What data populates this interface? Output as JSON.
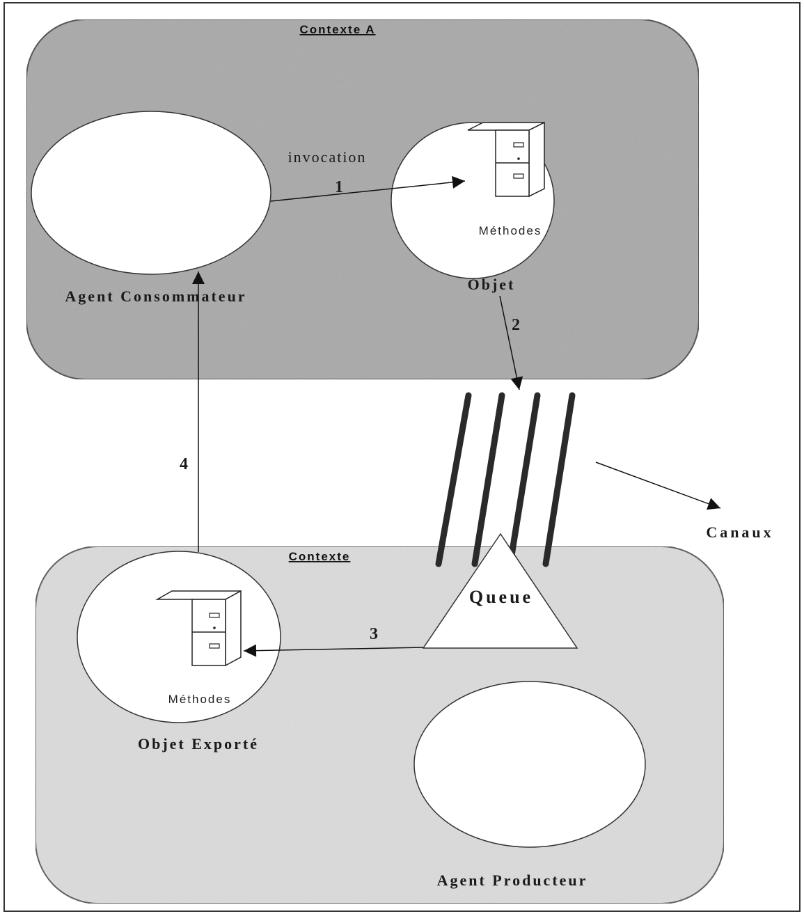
{
  "contexts": {
    "top": {
      "title": "Contexte A"
    },
    "bottom": {
      "title": "Contexte"
    }
  },
  "nodes": {
    "consumer": {
      "label": "Agent Consommateur"
    },
    "object": {
      "label": "Objet",
      "methods_label": "Méthodes"
    },
    "exported_object": {
      "label": "Objet Exporté",
      "methods_label": "Méthodes"
    },
    "producer": {
      "label": "Agent Producteur"
    },
    "queue": {
      "label": "Queue"
    },
    "channels": {
      "label": "Canaux"
    }
  },
  "edges": {
    "invocation_label": "invocation",
    "step1": "1",
    "step2": "2",
    "step3": "3",
    "step4": "4"
  },
  "colors": {
    "context_a_fill": "#a9a9a9",
    "context_b_fill": "#dcdcdc",
    "stroke": "#222222",
    "channel_stroke": "#2a2a2a"
  }
}
